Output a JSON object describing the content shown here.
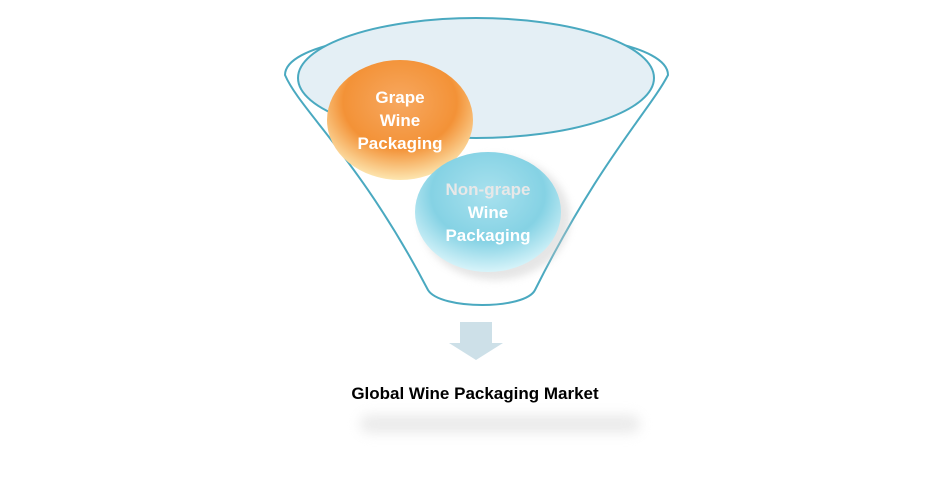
{
  "funnel": {
    "inputs": [
      {
        "label": "Grape Wine Packaging",
        "lines": [
          "Grape",
          "Wine",
          "Packaging"
        ],
        "color": "#f39237"
      },
      {
        "label": "Non-grape Wine Packaging",
        "lines": [
          "Non-grape",
          "Wine",
          "Packaging"
        ],
        "color": "#7fd3e5"
      }
    ],
    "output": "Global Wine Packaging Market"
  }
}
